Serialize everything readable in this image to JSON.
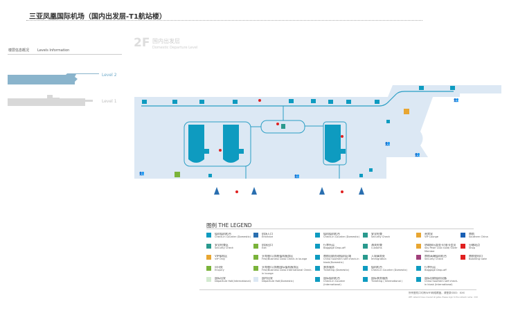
{
  "title": "三亚凤凰国际机场（国内出发层-T1航站楼）",
  "levels": {
    "header_zh": "楼层信息概况",
    "header_en": "Levels Information",
    "level2": "Level 2",
    "level1": "Level 1"
  },
  "floor": {
    "number": "2F",
    "name_zh": "国内出发层",
    "name_en": "Domestic Departure Level"
  },
  "colors": {
    "floor": "#dce8f4",
    "pier": "#0e9bc0",
    "line": "#2a9ec4",
    "level2": "#8ab4cc",
    "level1": "#d8d8d8"
  },
  "legend": {
    "title": "图例  THE LEGEND",
    "items": [
      {
        "zh": "值机值机柜台",
        "en": "Check-in Counter (Domestic)",
        "icon": "checkin-counter-swatch",
        "color": "#0e9bc0"
      },
      {
        "zh": "安全检查区",
        "en": "Security Check",
        "icon": "security-swatch",
        "color": "#2a9a8e"
      },
      {
        "zh": "VIP候机区",
        "en": "VIP Only",
        "icon": "vip-swatch",
        "color": "#e8a632"
      },
      {
        "zh": "问讯处",
        "en": "Enquiry",
        "icon": "enquiry-icon",
        "color": "#7ab33a"
      },
      {
        "zh": "国际出发",
        "en": "Departure Hall(International)",
        "icon": "intl-hall-swatch",
        "color": "#d3ead0"
      },
      {
        "zh": "机场入口",
        "en": "Entrance",
        "icon": "entrance-icon",
        "color": "#2a6fb0"
      },
      {
        "zh": "机场出口",
        "en": "Exit",
        "icon": "exit-icon",
        "color": "#7ab33a"
      },
      {
        "zh": "头等舱/公务舱值机服务区",
        "en": "First/Business Class Check-in lounge",
        "icon": "first-class-checkin-icon",
        "color": "#7ab33a"
      },
      {
        "zh": "头等舱/公务舱国际值机服务区",
        "en": "First/Business Class International Check-in lounge",
        "icon": "first-class-intl-checkin-icon",
        "color": "#7ab33a"
      },
      {
        "zh": "国内出发",
        "en": "Departure Hall(Domestic)",
        "icon": "domestic-hall-swatch",
        "color": "#dce8f4"
      },
      {
        "zh": "值机值机柜台",
        "en": "Check-in Counter (Domestic)",
        "icon": "checkin-counter-icon",
        "color": "#0e9bc0"
      },
      {
        "zh": "行李托运",
        "en": "Baggage Drop-off",
        "icon": "baggage-icon",
        "color": "#0e9bc0"
      },
      {
        "zh": "南航自助办理值机区域",
        "en": "China Southern self check-in kiosk(Domestic)",
        "icon": "self-checkin-icon",
        "color": "#0e9bc0"
      },
      {
        "zh": "票务服务",
        "en": "Ticketing (Domestic)",
        "icon": "ticketing-icon",
        "color": "#0e9bc0"
      },
      {
        "zh": "国际值机柜台",
        "en": "Check-in Counter (International)",
        "icon": "intl-checkin-icon",
        "color": "#0e9bc0"
      },
      {
        "zh": "安全检查",
        "en": "Security Check",
        "icon": "security-check-icon",
        "color": "#2a9a8e"
      },
      {
        "zh": "海关检查",
        "en": "Customs",
        "icon": "customs-icon",
        "color": "#2a9a8e"
      },
      {
        "zh": "入境事务处",
        "en": "Immigration",
        "icon": "immigration-icon",
        "color": "#2a9a8e"
      },
      {
        "zh": "值机柜台",
        "en": "Check-in Counter (Domestic)",
        "icon": "checkin-domestic-icon",
        "color": "#0e9bc0"
      },
      {
        "zh": "国际票务服务",
        "en": "Ticketing ( International )",
        "icon": "intl-ticketing-icon",
        "color": "#0e9bc0"
      },
      {
        "zh": "贵宾室",
        "en": "VIP Lounge",
        "icon": "vip-lounge-icon",
        "color": "#e8a632"
      },
      {
        "zh": "明珠俱乐部金卡/银卡会员",
        "en": "Sky Pearl Club Gold/ Silver Member",
        "icon": "sky-pearl-icon",
        "color": "#e8a632"
      },
      {
        "zh": "南航高端值机柜台",
        "en": "Security Check",
        "icon": "premium-checkin-icon",
        "color": "#a0407a"
      },
      {
        "zh": "行李托运",
        "en": "Baggage Drop-off",
        "icon": "baggage-drop-icon",
        "color": "#0e9bc0"
      },
      {
        "zh": "国际自助值机设备",
        "en": "China Southern self check-in kiosk (International)",
        "icon": "intl-kiosk-icon",
        "color": "#0e9bc0"
      },
      {
        "zh": "南航",
        "en": "Southern China",
        "icon": "china-southern-logo-icon",
        "color": "#1a5fb4"
      },
      {
        "zh": "分缴站点",
        "en": "Shop",
        "icon": "shop-icon",
        "color": "#e02020"
      },
      {
        "zh": "南航登机口",
        "en": "Boarding Gate",
        "icon": "boarding-gate-icon",
        "color": "#e02020"
      }
    ]
  },
  "footer": {
    "zh": "所有登机口均有WIFI网络覆盖。请登录SSID：XXX",
    "en": "WiFi network have covered all gates. Please login to the network name : XXX"
  }
}
